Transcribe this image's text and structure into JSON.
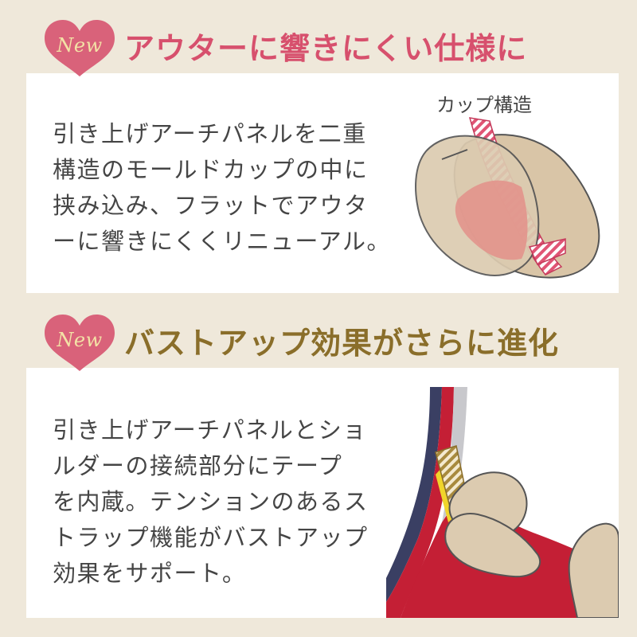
{
  "sections": [
    {
      "badge": "New",
      "heading": "アウターに響きにくい仕様に",
      "heading_color": "#d7506d",
      "body_lines": [
        "引き上げアーチパネルを二重",
        "構造のモールドカップの中に",
        "挟み込み、フラットでアウタ",
        "ーに響きにくくリニューアル。"
      ],
      "illustration_caption": "カップ構造"
    },
    {
      "badge": "New",
      "heading": "バストアップ効果がさらに進化",
      "heading_color": "#8a6e2a",
      "body_lines": [
        "引き上げアーチパネルとショ",
        "ルダーの接続部分にテープ",
        "を内蔵。テンションのあるス",
        "トラップ機能がバストアップ",
        "効果をサポート。"
      ]
    }
  ],
  "colors": {
    "background": "#efe8da",
    "panel": "#ffffff",
    "heart": "#d9627a",
    "badge_text": "#f3e2a6",
    "body_text": "#454545"
  }
}
